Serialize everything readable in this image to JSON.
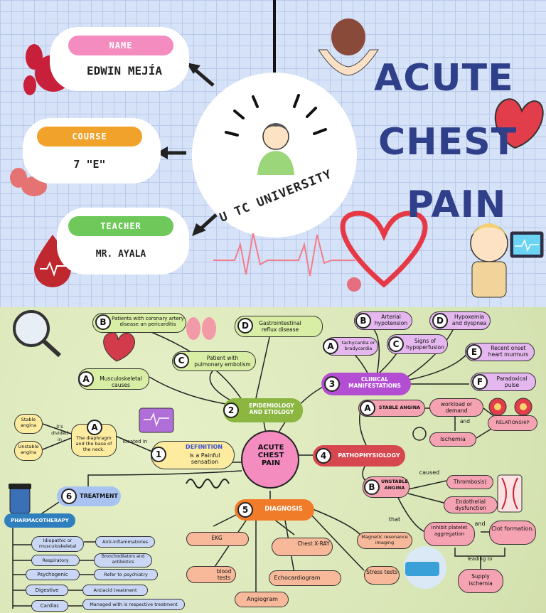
{
  "cards": {
    "name": {
      "label": "NAME",
      "value": "EDWIN MEJÍA",
      "color": "#f48cc0"
    },
    "course": {
      "label": "COURSE",
      "value": "7 \"E\"",
      "color": "#f0a22b"
    },
    "teacher": {
      "label": "TEACHER",
      "value": "MR. AYALA",
      "color": "#6ec85a"
    }
  },
  "university": "U TC UNIVERSITY",
  "title": {
    "line1": "ACUTE",
    "line2": "CHEST",
    "line3": "PAIN"
  },
  "center": "ACUTE CHEST PAIN",
  "definition": {
    "num": "1",
    "title": "DEFINITION",
    "text": "is a Painful sensation",
    "located_in": "located in",
    "a": "A",
    "a_text": "The diaphragm and the base of the neck.",
    "divided": "it's divided in",
    "stable": "Stable angina",
    "unstable": "Unstable angina"
  },
  "epidemiology": {
    "num": "2",
    "title": "EPIDEMIOLOGY AND ETIOLOGY",
    "a": "A",
    "a_text": "Musculoskeletal causes",
    "b": "B",
    "b_text": "Patients with coronary artery disease an pericarditis",
    "c": "C",
    "c_text": "Patient with pulmonary embolism",
    "d": "D",
    "d_text": "Gastrointestinal reflux disease"
  },
  "clinical": {
    "num": "3",
    "title": "CLINICAL MANIFESTATIONS",
    "a": "A",
    "a_text": "tachycardia or bradycardia",
    "b": "B",
    "b_text": "Arterial hypotension",
    "c": "C",
    "c_text": "Signs of hypoperfusion",
    "d": "D",
    "d_text": "Hypoxemia and dyspnea",
    "e": "E",
    "e_text": "Recent onset heart murmurs",
    "f": "F",
    "f_text": "Paradoxical pulse"
  },
  "patho": {
    "num": "4",
    "title": "PATHOPHYSIOLOGY",
    "a": "A",
    "a_text": "STABLE ANGINA",
    "workload": "workload or demand",
    "and": "and",
    "ischemia": "Ischemia",
    "relationship": "RELATIONSHIP",
    "b": "B",
    "b_text": "UNSTABLE ANGINA",
    "caused": "caused",
    "thrombosis": "Thrombosis)",
    "endothelial": "Endothelial dysfunction",
    "that": "that",
    "inhibit": "Inhibit platelet aggregation",
    "and2": "and",
    "clot": "Clot formation.",
    "leading": "leading to",
    "supply": "Supply ischemia"
  },
  "diagnosis": {
    "num": "5",
    "title": "DIAGNOSIS",
    "ekg": "EKG",
    "blood": "blood tests",
    "angiogram": "Angiogram",
    "xray": "Chest X-RAY",
    "echo": "Echocardiogram",
    "mri": "Magnetic resonance imaging",
    "stress": "Stress tests"
  },
  "treatment": {
    "num": "6",
    "title": "TREATMENT",
    "pharma": "PHARMACOTHERAPY",
    "rows": [
      {
        "left": "Idiopathic or musculoskeletal",
        "right": "Anti-inflammatories"
      },
      {
        "left": "Respiratory",
        "right": "Bronchodilators and antibiotics"
      },
      {
        "left": "Psychogenic",
        "right": "Refer to psychiatry"
      },
      {
        "left": "Digestive",
        "right": "Antiacid treatment"
      },
      {
        "left": "Cardiac",
        "right": "Managed with is respective treatment"
      }
    ]
  }
}
